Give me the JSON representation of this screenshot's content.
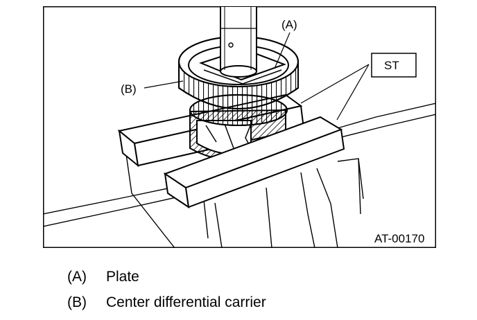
{
  "figure": {
    "callouts": {
      "a": "(A)",
      "b": "(B)",
      "st": "ST"
    },
    "figure_id": "AT-00170"
  },
  "legend": [
    {
      "key": "(A)",
      "text": "Plate"
    },
    {
      "key": "(B)",
      "text": "Center differential carrier"
    }
  ]
}
